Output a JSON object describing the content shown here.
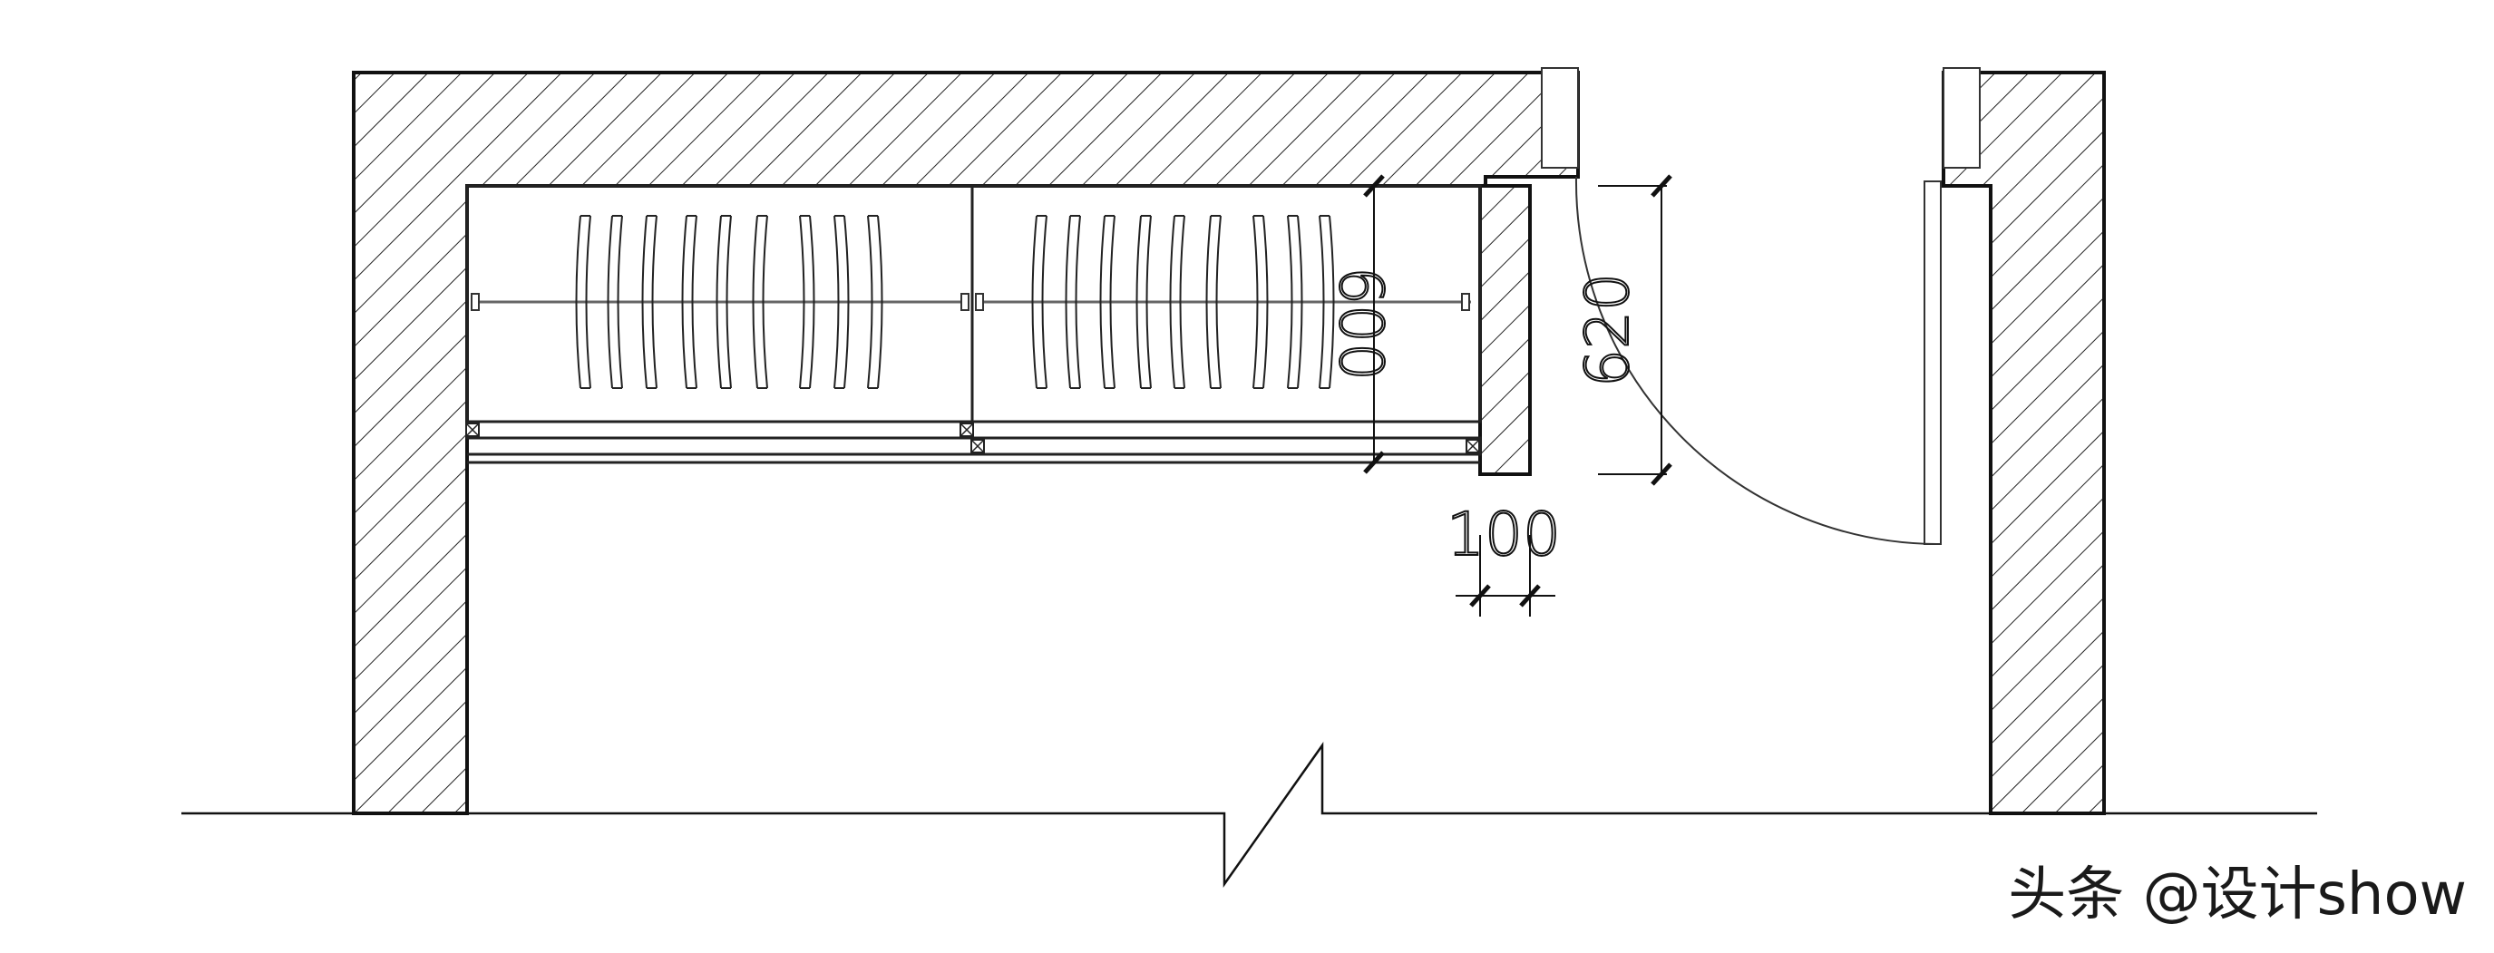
{
  "drawing": {
    "dimensions": {
      "wardrobe_depth": "600",
      "opening_depth": "620",
      "wall_thickness": "100"
    },
    "watermark": "头条 @设计show",
    "line_color": "#111111",
    "background": "#ffffff"
  }
}
